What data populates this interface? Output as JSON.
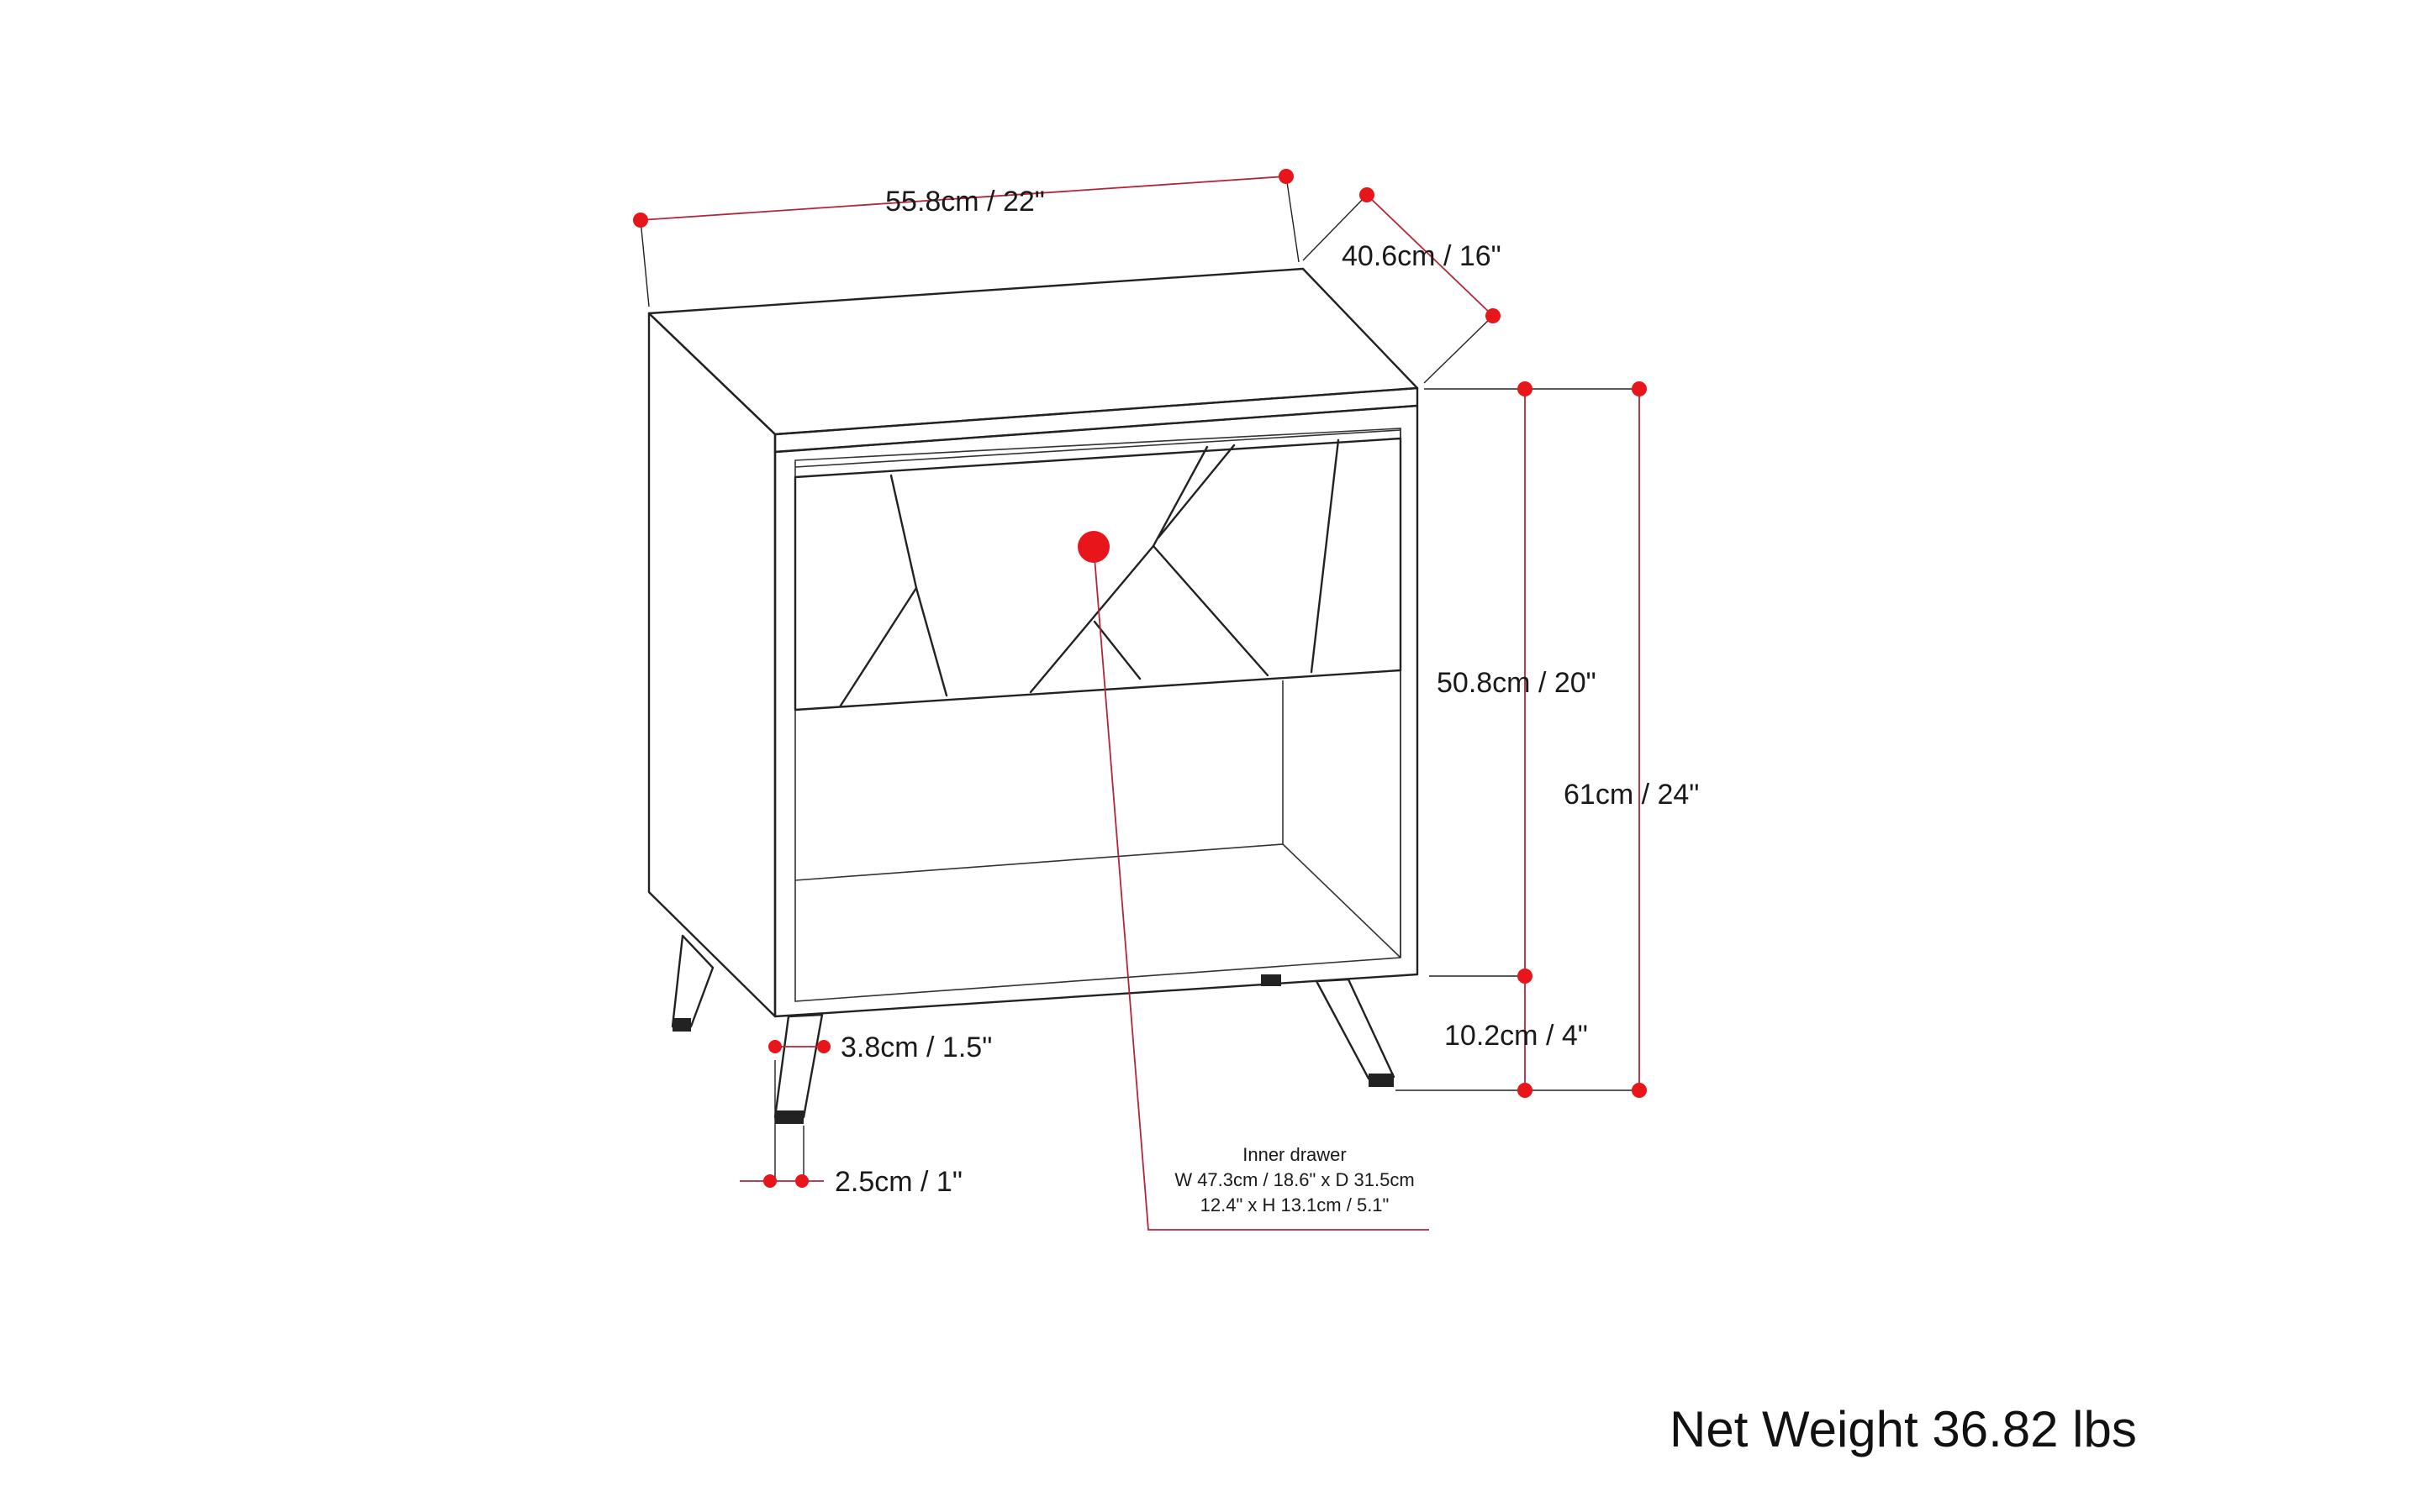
{
  "dimensions": {
    "width": "55.8cm / 22\"",
    "depth": "40.6cm / 16\"",
    "body_height": "50.8cm / 20\"",
    "total_height": "61cm / 24\"",
    "leg_height": "10.2cm / 4\"",
    "leg_top_width": "3.8cm / 1.5\"",
    "leg_bottom_width": "2.5cm / 1\""
  },
  "inner_drawer": {
    "title": "Inner drawer",
    "line1": "W 47.3cm / 18.6\" x D 31.5cm",
    "line2": "12.4\" x H 13.1cm / 5.1\""
  },
  "net_weight": "Net Weight 36.82 lbs",
  "colors": {
    "marker": "#e8161b",
    "measure_line": "#b3263a",
    "outline": "#222222"
  }
}
